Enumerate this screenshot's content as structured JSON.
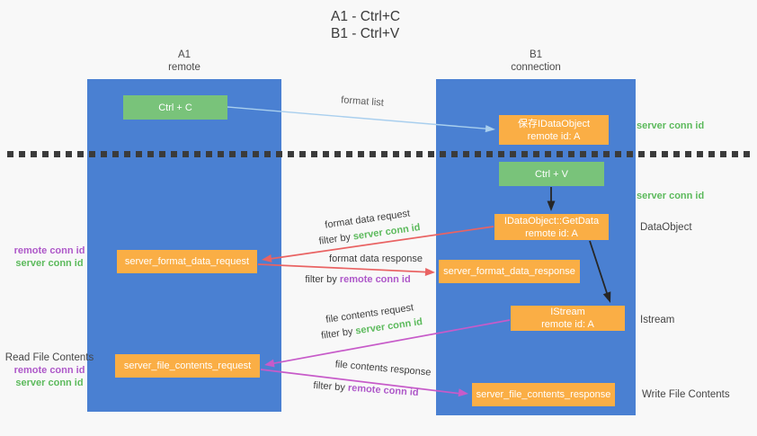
{
  "title": {
    "line1": "A1 - Ctrl+C",
    "line2": "B1 - Ctrl+V"
  },
  "lanes": {
    "a": {
      "name": "A1",
      "role": "remote"
    },
    "b": {
      "name": "B1",
      "role": "connection"
    }
  },
  "nodes": {
    "ctrl_c": {
      "label": "Ctrl + C"
    },
    "save_dataobject": {
      "line1": "保存IDataObject",
      "line2": "remote id: A"
    },
    "ctrl_v": {
      "label": "Ctrl + V"
    },
    "getdata": {
      "line1": "IDataObject::GetData",
      "line2": "remote id: A"
    },
    "format_request": {
      "label": "server_format_data_request"
    },
    "format_response": {
      "label": "server_format_data_response"
    },
    "istream": {
      "line1": "IStream",
      "line2": "remote id: A"
    },
    "file_request": {
      "label": "server_file_contents_request"
    },
    "file_response": {
      "label": "server_file_contents_response"
    }
  },
  "edge_labels": {
    "format_list": "format list",
    "format_data_request": "format data request",
    "format_data_response": "format data response",
    "file_contents_request": "file contents request",
    "file_contents_response": "file contents response",
    "filter_by": "filter by ",
    "server_conn_id": "server conn id",
    "remote_conn_id": "remote conn id"
  },
  "side_labels": {
    "server_conn_id": "server conn id",
    "remote_conn_id": "remote conn id",
    "dataobject": "DataObject",
    "istream": "Istream",
    "read_file_contents": "Read File Contents",
    "write_file_contents": "Write File Contents"
  },
  "colors": {
    "background": "#F8F8F8",
    "lane_blue": "#4A80D2",
    "box_green": "#79C37A",
    "box_orange": "#FAAE45",
    "arrow_red": "#E96363",
    "arrow_magenta": "#C75BC9",
    "arrow_lightblue": "#A9CFEE",
    "arrow_black": "#262626",
    "label_green": "#5CBA5C",
    "label_purple": "#AE58C9",
    "text_dark": "#3F3F3F"
  }
}
